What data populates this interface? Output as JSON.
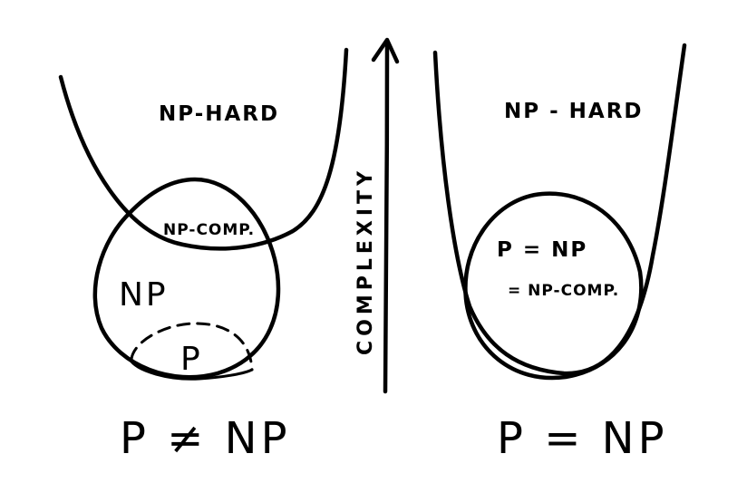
{
  "colors": {
    "ink": "#000000",
    "background": "#ffffff"
  },
  "left_diagram": {
    "np_hard_label": "NP-HARD",
    "np_complete_label": "NP-COMP.",
    "np_label": "NP",
    "p_label": "P",
    "caption": "P ≠ NP"
  },
  "axis": {
    "label": "COMPLEXITY"
  },
  "right_diagram": {
    "np_hard_label": "NP - HARD",
    "p_equals_np_label": "P = NP",
    "np_complete_label": "= NP-COMP.",
    "caption": "P = NP"
  }
}
